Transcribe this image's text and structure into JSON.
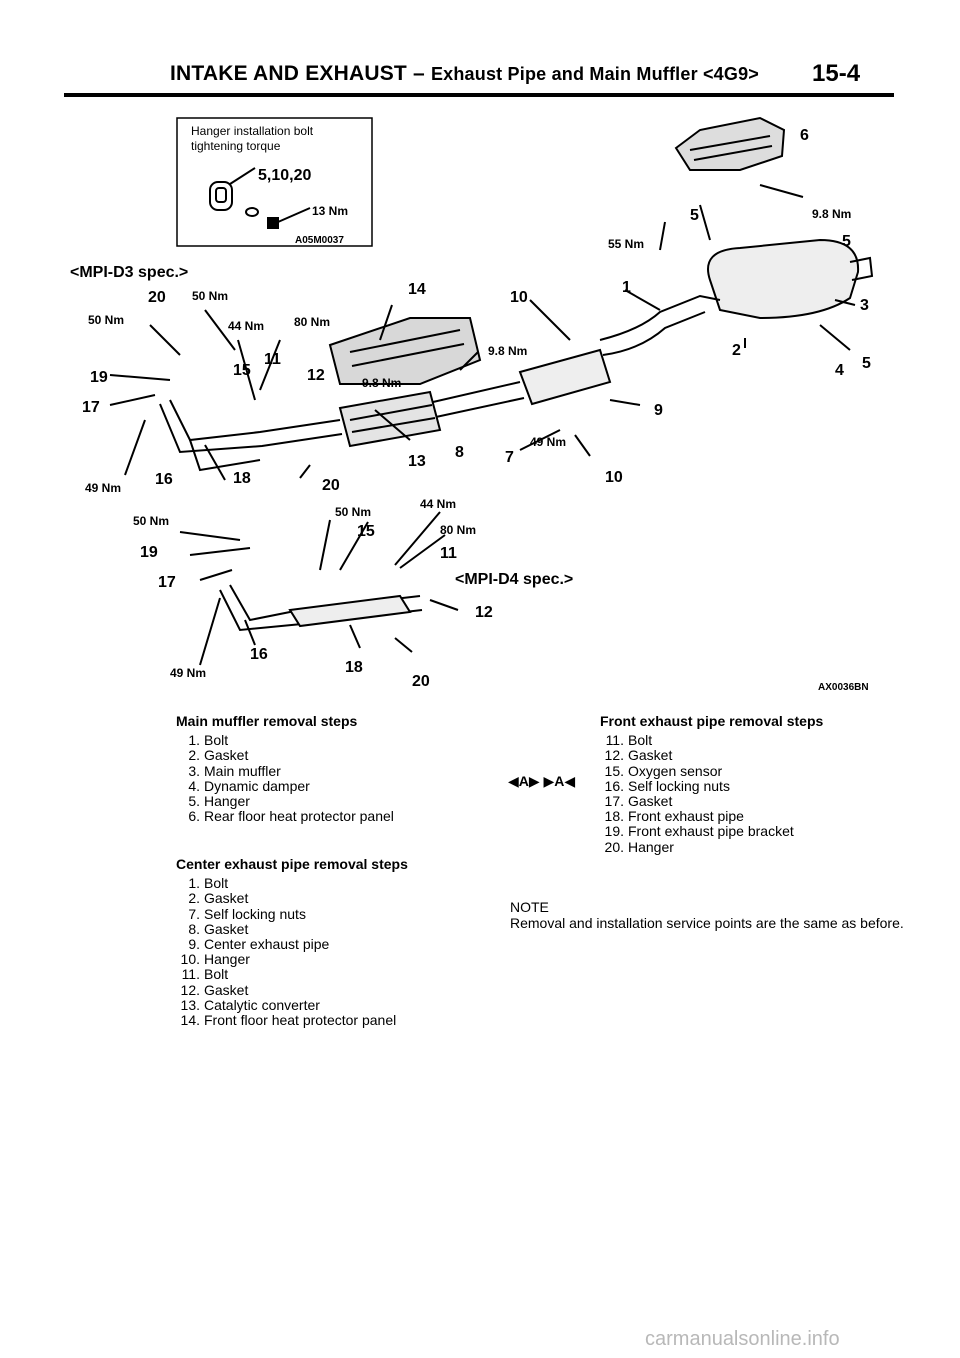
{
  "header": {
    "section": "INTAKE AND EXHAUST",
    "dash": "–",
    "subtitle": "Exhaust Pipe and Main Muffler <4G9>",
    "page": "15-4"
  },
  "inset": {
    "title_line1": "Hanger installation bolt",
    "title_line2": "tightening torque",
    "values": "5,10,20",
    "torque": "13 Nm",
    "code": "A05M0037"
  },
  "diagram": {
    "mpi_d3": "<MPI-D3 spec.>",
    "mpi_d4": "<MPI-D4 spec.>",
    "code": "AX0036BN",
    "labels": {
      "n1": "1",
      "n2": "2",
      "n3": "3",
      "n4": "4",
      "n5a": "5",
      "n5b": "5",
      "n5c": "5",
      "n6": "6",
      "n7": "7",
      "n8": "8",
      "n9": "9",
      "n10a": "10",
      "n10b": "10",
      "n11a": "11",
      "n11b": "11",
      "n12a": "12",
      "n12b": "12",
      "n13": "13",
      "n14": "14",
      "n15a": "15",
      "n15b": "15",
      "n16a": "16",
      "n16b": "16",
      "n17a": "17",
      "n17b": "17",
      "n18a": "18",
      "n18b": "18",
      "n19a": "19",
      "n19b": "19",
      "n20a": "20",
      "n20b": "20",
      "n20c": "20"
    },
    "torques": {
      "t98a": "9.8 Nm",
      "t98b": "9.8 Nm",
      "t98c": "9.8 Nm",
      "t55": "55 Nm",
      "t50a": "50 Nm",
      "t50b": "50 Nm",
      "t50c": "50 Nm",
      "t50d": "50 Nm",
      "t44a": "44 Nm",
      "t44b": "44 Nm",
      "t80a": "80 Nm",
      "t80b": "80 Nm",
      "t49a": "49 Nm",
      "t49b": "49 Nm",
      "t49c": "49 Nm"
    }
  },
  "main_muffler": {
    "heading": "Main muffler removal steps",
    "steps": [
      {
        "num": "1.",
        "text": "Bolt"
      },
      {
        "num": "2.",
        "text": "Gasket"
      },
      {
        "num": "3.",
        "text": "Main muffler"
      },
      {
        "num": "4.",
        "text": "Dynamic damper"
      },
      {
        "num": "5.",
        "text": "Hanger"
      },
      {
        "num": "6.",
        "text": "Rear floor heat protector panel"
      }
    ]
  },
  "center_pipe": {
    "heading": "Center exhaust pipe removal steps",
    "steps": [
      {
        "num": "1.",
        "text": "Bolt"
      },
      {
        "num": "2.",
        "text": "Gasket"
      },
      {
        "num": "7.",
        "text": "Self locking nuts"
      },
      {
        "num": "8.",
        "text": "Gasket"
      },
      {
        "num": "9.",
        "text": "Center exhaust pipe"
      },
      {
        "num": "10.",
        "text": "Hanger"
      },
      {
        "num": "11.",
        "text": "Bolt"
      },
      {
        "num": "12.",
        "text": "Gasket"
      },
      {
        "num": "13.",
        "text": "Catalytic converter"
      },
      {
        "num": "14.",
        "text": "Front floor heat protector panel"
      }
    ]
  },
  "front_pipe": {
    "heading": "Front exhaust pipe removal steps",
    "arrows": "◀A▶  ▶A◀",
    "steps": [
      {
        "num": "11.",
        "text": "Bolt"
      },
      {
        "num": "12.",
        "text": "Gasket"
      },
      {
        "num": "15.",
        "text": "Oxygen sensor"
      },
      {
        "num": "16.",
        "text": "Self locking nuts"
      },
      {
        "num": "17.",
        "text": "Gasket"
      },
      {
        "num": "18.",
        "text": "Front exhaust pipe"
      },
      {
        "num": "19.",
        "text": "Front exhaust pipe bracket"
      },
      {
        "num": "20.",
        "text": "Hanger"
      }
    ]
  },
  "note": {
    "label": "NOTE",
    "text": "Removal and installation service points are the same as before."
  },
  "watermark": "carmanualsonline.info"
}
